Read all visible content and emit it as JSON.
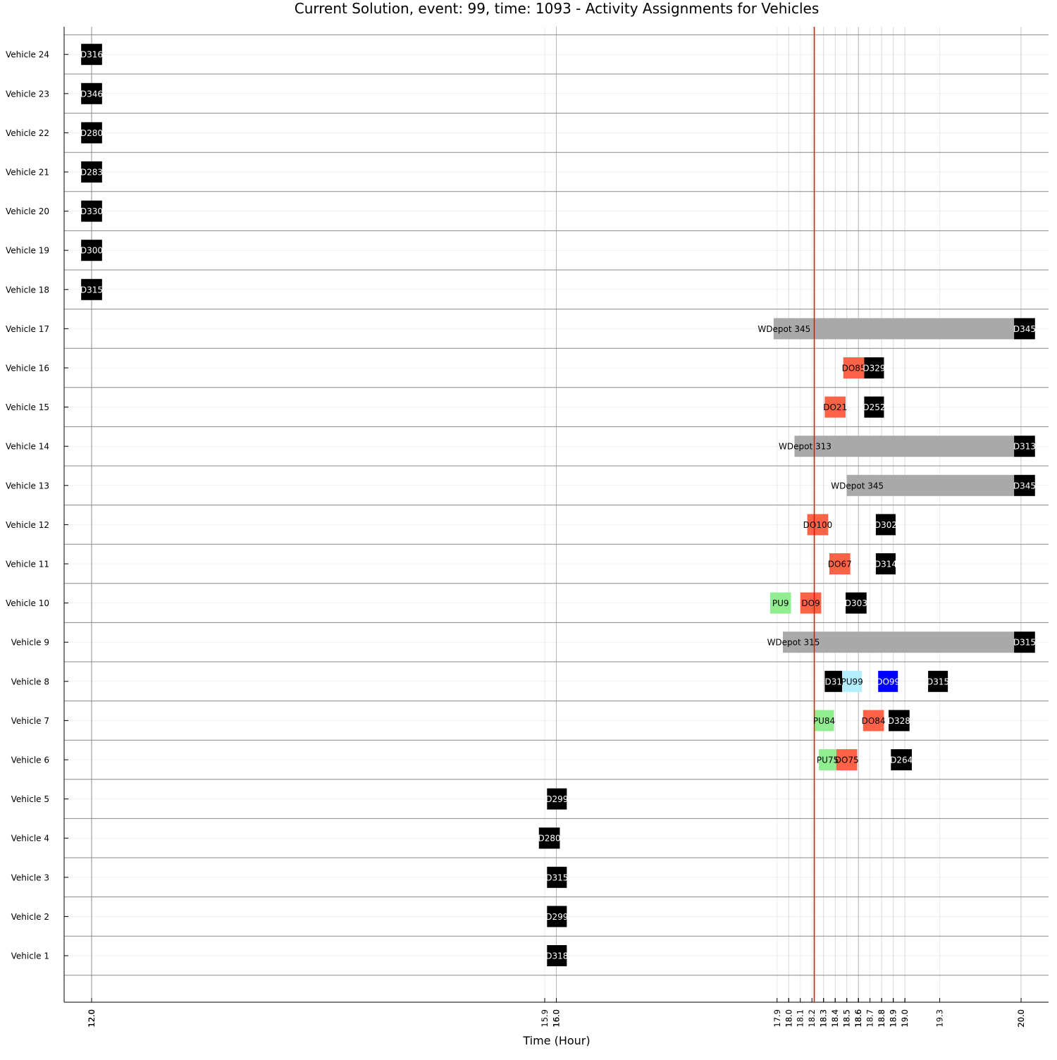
{
  "chart_data": {
    "type": "gantt",
    "title": "Current Solution, event: 99, time: 1093 - Activity Assignments for Vehicles",
    "xlabel": "Time (Hour)",
    "ylabel": "",
    "xlim": [
      11.85,
      20.2
    ],
    "grid": true,
    "current_time_marker": 18.22,
    "x_ticks": [
      12.0,
      12.0,
      12.0,
      12.0,
      12.0,
      12.0,
      12.0,
      15.9,
      16.0,
      16.0,
      16.0,
      16.0,
      17.9,
      18.0,
      18.0,
      18.1,
      18.2,
      18.3,
      18.3,
      18.4,
      18.4,
      18.5,
      18.5,
      18.6,
      18.6,
      18.6,
      18.6,
      18.7,
      18.8,
      18.8,
      18.9,
      18.9,
      19.0,
      19.0,
      19.3,
      20.0,
      20.0,
      20.0
    ],
    "colors": {
      "depot": "#000000",
      "wait_depot": "#a9a9a9",
      "pickup": "#90ee90",
      "pickup_current": "#b4eefd",
      "dropoff": "#ff6347",
      "dropoff_current": "#0000ff",
      "current_time": "#ff0000"
    },
    "vehicles": [
      {
        "label": "Vehicle 1",
        "activities": [
          {
            "label": "D318",
            "start": 15.92,
            "end": 16.09,
            "kind": "depot"
          }
        ]
      },
      {
        "label": "Vehicle 2",
        "activities": [
          {
            "label": "D299",
            "start": 15.92,
            "end": 16.09,
            "kind": "depot"
          }
        ]
      },
      {
        "label": "Vehicle 3",
        "activities": [
          {
            "label": "D315",
            "start": 15.92,
            "end": 16.09,
            "kind": "depot"
          }
        ]
      },
      {
        "label": "Vehicle 4",
        "activities": [
          {
            "label": "D280",
            "start": 15.85,
            "end": 16.03,
            "kind": "depot"
          }
        ]
      },
      {
        "label": "Vehicle 5",
        "activities": [
          {
            "label": "D299",
            "start": 15.92,
            "end": 16.09,
            "kind": "depot"
          }
        ]
      },
      {
        "label": "Vehicle 6",
        "activities": [
          {
            "label": "PU75",
            "start": 18.26,
            "end": 18.41,
            "kind": "pickup"
          },
          {
            "label": "DO75",
            "start": 18.41,
            "end": 18.59,
            "kind": "dropoff"
          },
          {
            "label": "D264",
            "start": 18.88,
            "end": 19.06,
            "kind": "depot"
          }
        ]
      },
      {
        "label": "Vehicle 7",
        "activities": [
          {
            "label": "PU84",
            "start": 18.22,
            "end": 18.39,
            "kind": "pickup"
          },
          {
            "label": "DO84",
            "start": 18.64,
            "end": 18.82,
            "kind": "dropoff"
          },
          {
            "label": "D328",
            "start": 18.86,
            "end": 19.04,
            "kind": "depot"
          }
        ]
      },
      {
        "label": "Vehicle 8",
        "activities": [
          {
            "label": "D31",
            "start": 18.31,
            "end": 18.46,
            "kind": "depot"
          },
          {
            "label": "PU99",
            "start": 18.46,
            "end": 18.63,
            "kind": "pickup_current"
          },
          {
            "label": "DO99",
            "start": 18.77,
            "end": 18.94,
            "kind": "dropoff_current"
          },
          {
            "label": "D315",
            "start": 19.2,
            "end": 19.37,
            "kind": "depot"
          }
        ]
      },
      {
        "label": "Vehicle 9",
        "activities": [
          {
            "label": "WDepot 315",
            "start": 17.95,
            "end": 19.94,
            "kind": "wait_depot"
          },
          {
            "label": "D315",
            "start": 19.94,
            "end": 20.12,
            "kind": "depot"
          }
        ]
      },
      {
        "label": "Vehicle 10",
        "activities": [
          {
            "label": "PU9",
            "start": 17.84,
            "end": 18.02,
            "kind": "pickup"
          },
          {
            "label": "DO9",
            "start": 18.1,
            "end": 18.28,
            "kind": "dropoff"
          },
          {
            "label": "D303",
            "start": 18.49,
            "end": 18.67,
            "kind": "depot"
          }
        ]
      },
      {
        "label": "Vehicle 11",
        "activities": [
          {
            "label": "DO67",
            "start": 18.35,
            "end": 18.53,
            "kind": "dropoff"
          },
          {
            "label": "D314",
            "start": 18.75,
            "end": 18.92,
            "kind": "depot"
          }
        ]
      },
      {
        "label": "Vehicle 12",
        "activities": [
          {
            "label": "DO100",
            "start": 18.16,
            "end": 18.34,
            "kind": "dropoff"
          },
          {
            "label": "D302",
            "start": 18.75,
            "end": 18.92,
            "kind": "depot"
          }
        ]
      },
      {
        "label": "Vehicle 13",
        "activities": [
          {
            "label": "WDepot 345",
            "start": 18.5,
            "end": 19.94,
            "kind": "wait_depot"
          },
          {
            "label": "D345",
            "start": 19.94,
            "end": 20.12,
            "kind": "depot"
          }
        ]
      },
      {
        "label": "Vehicle 14",
        "activities": [
          {
            "label": "WDepot 313",
            "start": 18.05,
            "end": 19.94,
            "kind": "wait_depot"
          },
          {
            "label": "D313",
            "start": 19.94,
            "end": 20.12,
            "kind": "depot"
          }
        ]
      },
      {
        "label": "Vehicle 15",
        "activities": [
          {
            "label": "DO21",
            "start": 18.31,
            "end": 18.49,
            "kind": "dropoff"
          },
          {
            "label": "D252",
            "start": 18.65,
            "end": 18.82,
            "kind": "depot"
          }
        ]
      },
      {
        "label": "Vehicle 16",
        "activities": [
          {
            "label": "DO85",
            "start": 18.47,
            "end": 18.65,
            "kind": "dropoff"
          },
          {
            "label": "D329",
            "start": 18.65,
            "end": 18.82,
            "kind": "depot"
          }
        ]
      },
      {
        "label": "Vehicle 17",
        "activities": [
          {
            "label": "WDepot 345",
            "start": 17.87,
            "end": 19.94,
            "kind": "wait_depot"
          },
          {
            "label": "D345",
            "start": 19.94,
            "end": 20.12,
            "kind": "depot"
          }
        ]
      },
      {
        "label": "Vehicle 18",
        "activities": [
          {
            "label": "D315",
            "start": 11.91,
            "end": 12.09,
            "kind": "depot"
          }
        ]
      },
      {
        "label": "Vehicle 19",
        "activities": [
          {
            "label": "D300",
            "start": 11.91,
            "end": 12.09,
            "kind": "depot"
          }
        ]
      },
      {
        "label": "Vehicle 20",
        "activities": [
          {
            "label": "D330",
            "start": 11.91,
            "end": 12.09,
            "kind": "depot"
          }
        ]
      },
      {
        "label": "Vehicle 21",
        "activities": [
          {
            "label": "D283",
            "start": 11.91,
            "end": 12.09,
            "kind": "depot"
          }
        ]
      },
      {
        "label": "Vehicle 22",
        "activities": [
          {
            "label": "D280",
            "start": 11.91,
            "end": 12.09,
            "kind": "depot"
          }
        ]
      },
      {
        "label": "Vehicle 23",
        "activities": [
          {
            "label": "D346",
            "start": 11.91,
            "end": 12.09,
            "kind": "depot"
          }
        ]
      },
      {
        "label": "Vehicle 24",
        "activities": [
          {
            "label": "D316",
            "start": 11.91,
            "end": 12.09,
            "kind": "depot"
          }
        ]
      }
    ]
  }
}
